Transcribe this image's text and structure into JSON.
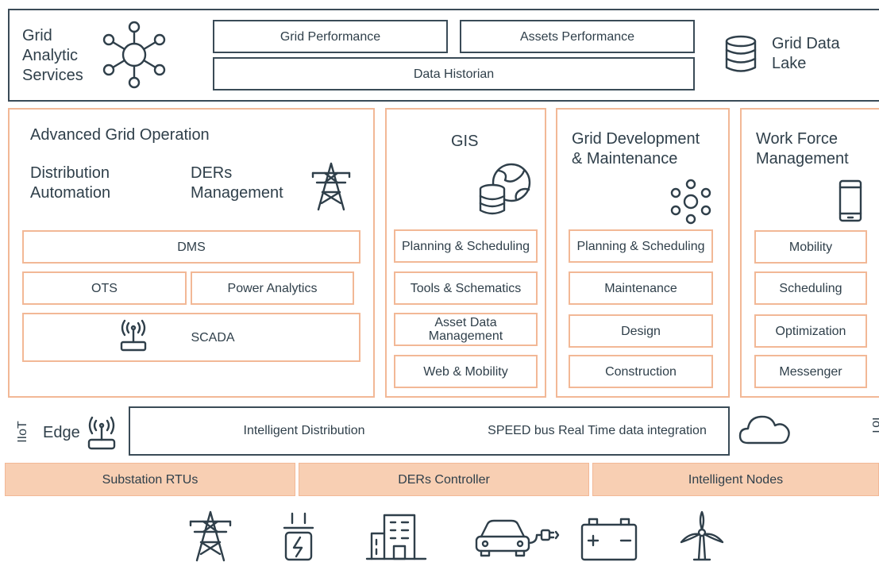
{
  "top": {
    "analytics_title": "Grid\nAnalytic\nServices",
    "grid_performance": "Grid Performance",
    "assets_performance": "Assets Performance",
    "data_historian": "Data Historian",
    "lake_title": "Grid Data\nLake"
  },
  "ago": {
    "title": "Advanced Grid Operation",
    "distribution_automation": "Distribution\nAutomation",
    "ders_management": "DERs\nManagement",
    "dms": "DMS",
    "ots": "OTS",
    "power_analytics": "Power Analytics",
    "scada": "SCADA"
  },
  "gis": {
    "title": "GIS",
    "items": [
      "Planning & Scheduling",
      "Tools & Schematics",
      "Asset Data\nManagement",
      "Web & Mobility"
    ]
  },
  "gdm": {
    "title": "Grid Development\n& Maintenance",
    "items": [
      "Planning & Scheduling",
      "Maintenance",
      "Design",
      "Construction"
    ]
  },
  "wfm": {
    "title": "Work Force\nManagement",
    "items": [
      "Mobility",
      "Scheduling",
      "Optimization",
      "Messenger"
    ]
  },
  "edge": {
    "iot_left": "IIoT",
    "edge_label": "Edge",
    "intelligent_distribution": "Intelligent Distribution",
    "speed_bus": "SPEED bus Real Time data integration",
    "iot_right": "IoT"
  },
  "devices": {
    "substation_rtus": "Substation RTUs",
    "ders_controller": "DERs Controller",
    "intelligent_nodes": "Intelligent Nodes"
  },
  "colors": {
    "dark_border": "#3a4b57",
    "orange_border": "#f2b896",
    "orange_fill": "#f8cfb3",
    "text": "#2f3f4a"
  },
  "icons": [
    "hub-network-icon",
    "database-icon",
    "transmission-tower-icon",
    "globe-database-icon",
    "gear-cluster-icon",
    "smartphone-icon",
    "antenna-router-icon",
    "cloud-icon",
    "battery-icon",
    "building-icon",
    "electric-car-icon",
    "wind-turbine-icon",
    "power-socket-icon"
  ]
}
